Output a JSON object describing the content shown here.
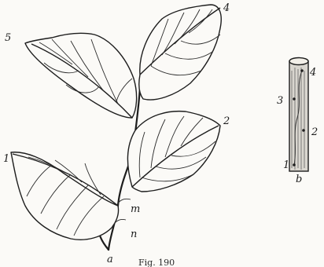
{
  "figure": {
    "caption": "Fig. 190",
    "branch_labels": {
      "leaf_1": "1",
      "leaf_2": "2",
      "leaf_4": "4",
      "leaf_5": "5",
      "leaf_m": "m",
      "leaf_n": "n",
      "leaf_a": "a"
    },
    "stem_labels": {
      "top": "4",
      "left": "3",
      "right": "2",
      "bottom_left": "1",
      "bottom": "b"
    }
  }
}
